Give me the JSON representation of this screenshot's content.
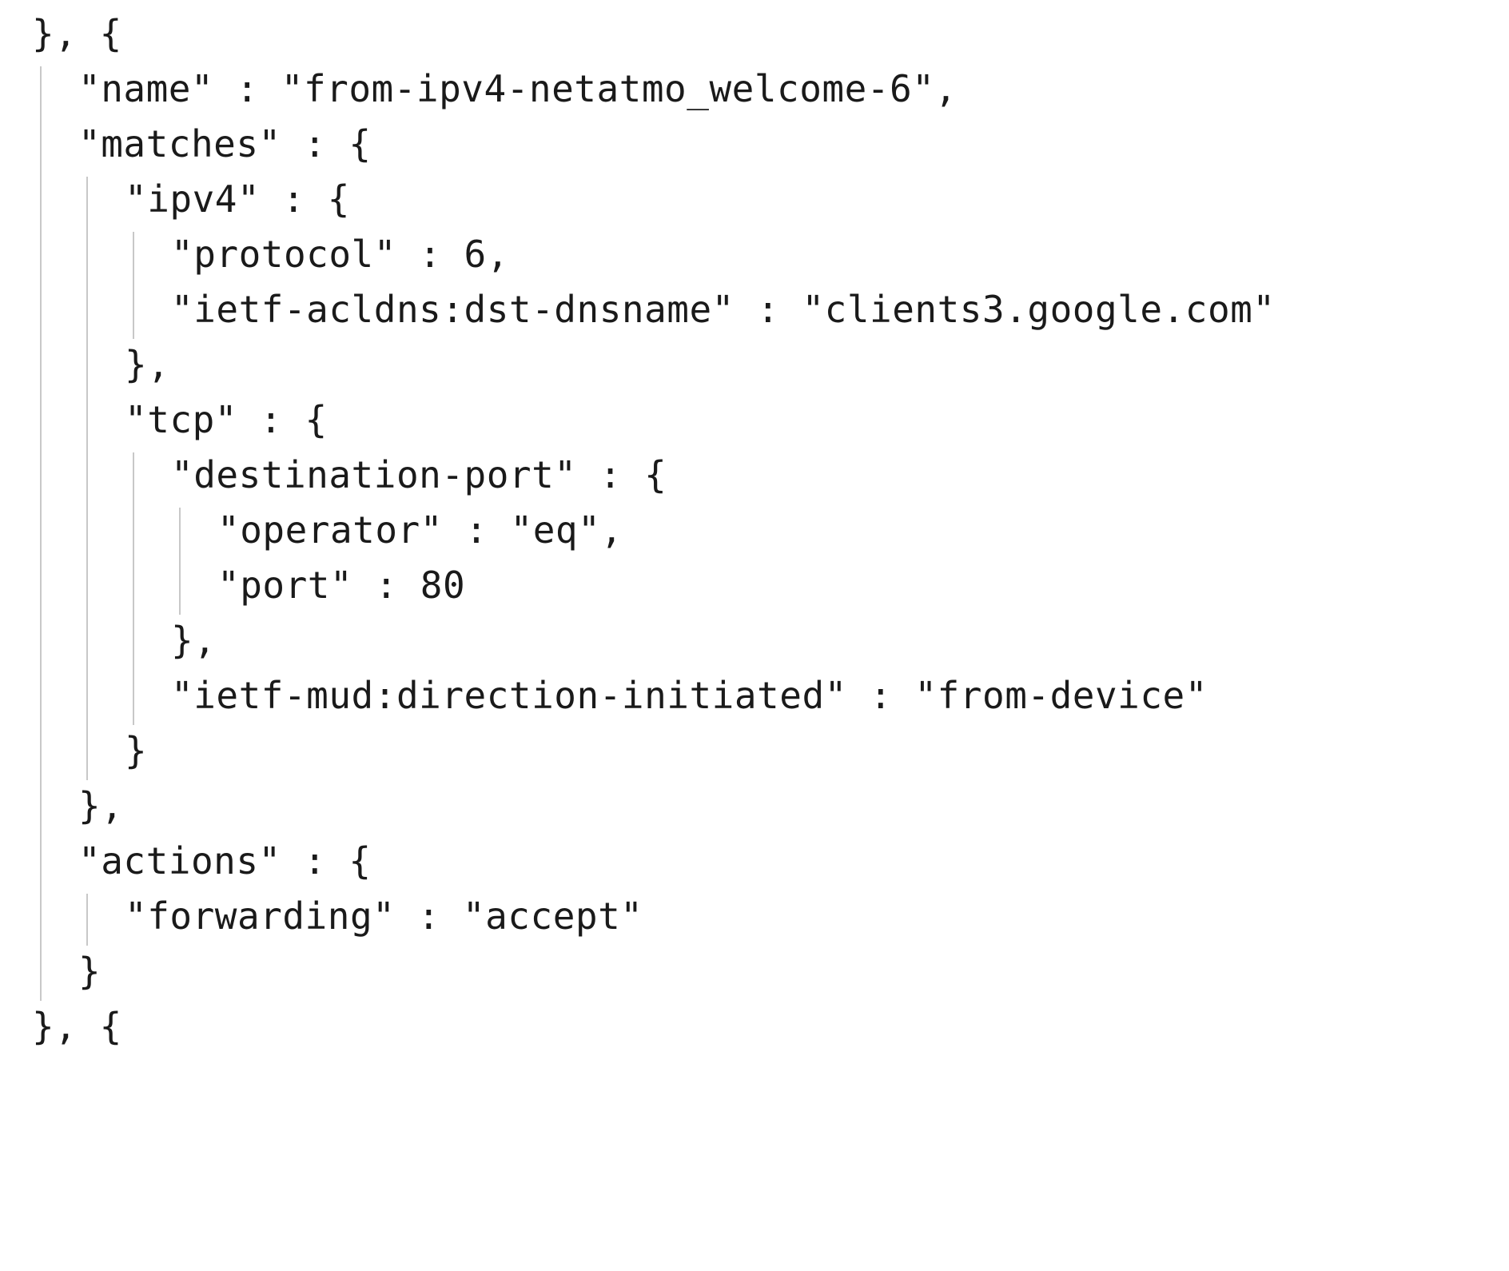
{
  "code_view": {
    "language": "json",
    "lines": [
      {
        "depth": 0,
        "text": "}, {"
      },
      {
        "depth": 1,
        "text": "\"name\" : \"from-ipv4-netatmo_welcome-6\","
      },
      {
        "depth": 1,
        "text": "\"matches\" : {"
      },
      {
        "depth": 2,
        "text": "\"ipv4\" : {"
      },
      {
        "depth": 3,
        "text": "\"protocol\" : 6,"
      },
      {
        "depth": 3,
        "text": "\"ietf-acldns:dst-dnsname\" : \"clients3.google.com\""
      },
      {
        "depth": 2,
        "text": "},"
      },
      {
        "depth": 2,
        "text": "\"tcp\" : {"
      },
      {
        "depth": 3,
        "text": "\"destination-port\" : {"
      },
      {
        "depth": 4,
        "text": "\"operator\" : \"eq\","
      },
      {
        "depth": 4,
        "text": "\"port\" : 80"
      },
      {
        "depth": 3,
        "text": "},"
      },
      {
        "depth": 3,
        "text": "\"ietf-mud:direction-initiated\" : \"from-device\""
      },
      {
        "depth": 2,
        "text": "}"
      },
      {
        "depth": 1,
        "text": "},"
      },
      {
        "depth": 1,
        "text": "\"actions\" : {"
      },
      {
        "depth": 2,
        "text": "\"forwarding\" : \"accept\""
      },
      {
        "depth": 1,
        "text": "}"
      },
      {
        "depth": 0,
        "text": "}, {"
      }
    ],
    "guides": [
      {
        "depth": 0,
        "from": 1,
        "to": 17
      },
      {
        "depth": 1,
        "from": 3,
        "to": 13
      },
      {
        "depth": 2,
        "from": 4,
        "to": 5
      },
      {
        "depth": 2,
        "from": 8,
        "to": 12
      },
      {
        "depth": 3,
        "from": 9,
        "to": 10
      },
      {
        "depth": 1,
        "from": 16,
        "to": 16
      }
    ]
  }
}
